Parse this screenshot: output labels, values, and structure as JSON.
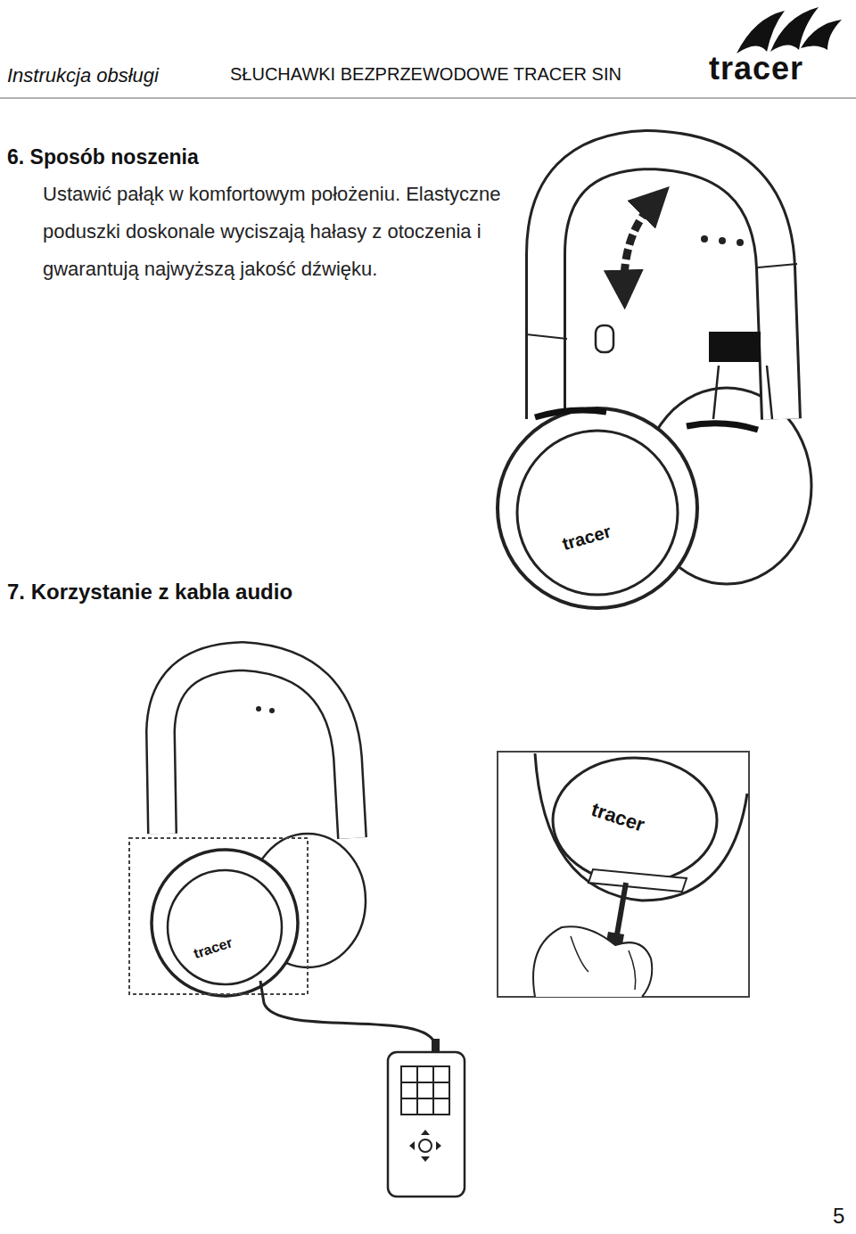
{
  "diagram": {
    "labels": [
      "Instrukcja obsługi",
      "SŁUCHAWKI BEZPRZEWODOWE TRACER SIN",
      "tracer",
      "6. Sposób noszenia",
      "Ustawić pałąk w komfortowym położeniu. Elastyczne poduszki doskonale wyciszają hałasy z otoczenia i gwarantują najwyższą jakość dźwięku.",
      "tracer",
      "7. Korzystanie z kabla audio",
      "tracer",
      "tracer",
      "5"
    ]
  }
}
